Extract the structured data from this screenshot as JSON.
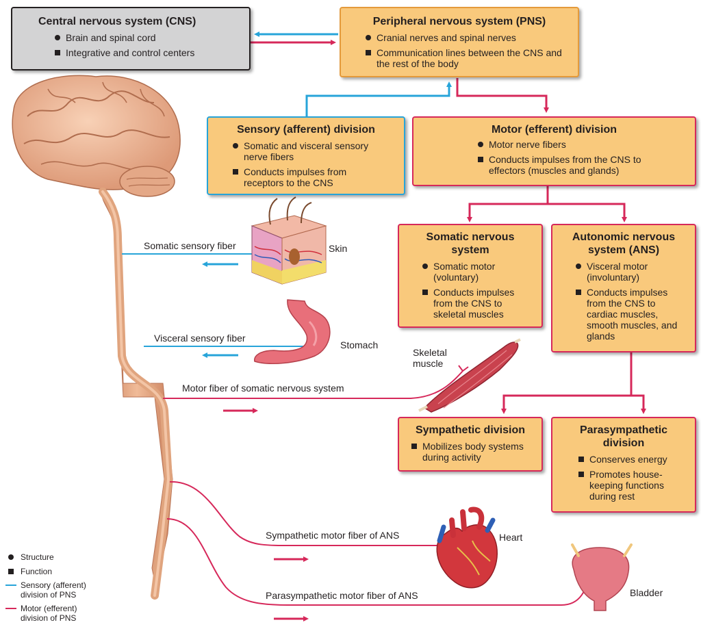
{
  "colors": {
    "sensory": "#27a4d9",
    "motor": "#d6285a",
    "box_fill": "#f9c97c",
    "cns_fill": "#d3d3d4",
    "nerve": "#e0a47e"
  },
  "cns": {
    "title": "Central nervous system (CNS)",
    "items": [
      "Brain and spinal cord",
      "Integrative and control centers"
    ]
  },
  "pns": {
    "title": "Peripheral nervous system (PNS)",
    "items": [
      "Cranial nerves and spinal nerves",
      "Communication lines between the CNS and the rest of the body"
    ]
  },
  "sensory": {
    "title": "Sensory (afferent) division",
    "items": [
      "Somatic and visceral sensory nerve fibers",
      "Conducts impulses from receptors to the CNS"
    ]
  },
  "motor": {
    "title": "Motor (efferent) division",
    "items": [
      "Motor nerve fibers",
      "Conducts impulses from the CNS to effectors (muscles and glands)"
    ]
  },
  "somatic": {
    "title": "Somatic nervous system",
    "items": [
      "Somatic motor (voluntary)",
      "Conducts impulses from the CNS to skeletal muscles"
    ]
  },
  "autonomic": {
    "title": "Autonomic nervous system (ANS)",
    "items": [
      "Visceral motor (involuntary)",
      "Conducts impulses from the CNS to cardiac muscles, smooth muscles, and glands"
    ]
  },
  "sympathetic": {
    "title": "Sympathetic division",
    "items": [
      "Mobilizes body systems during activity"
    ]
  },
  "parasympathetic": {
    "title": "Parasympathetic division",
    "items": [
      "Conserves energy",
      "Promotes house-keeping functions during rest"
    ]
  },
  "fibers": {
    "somatic_sensory": "Somatic sensory fiber",
    "visceral_sensory": "Visceral sensory fiber",
    "motor_somatic": "Motor fiber of somatic nervous system",
    "sympathetic_motor": "Sympathetic motor fiber of ANS",
    "parasympathetic_motor": "Parasympathetic motor fiber of ANS"
  },
  "organs": {
    "skin": "Skin",
    "stomach": "Stomach",
    "skeletal_muscle": "Skeletal muscle",
    "heart": "Heart",
    "bladder": "Bladder"
  },
  "legend": {
    "structure": "Structure",
    "function": "Function",
    "sensory": "Sensory (afferent) division of PNS",
    "motor": "Motor (efferent) division of PNS"
  }
}
